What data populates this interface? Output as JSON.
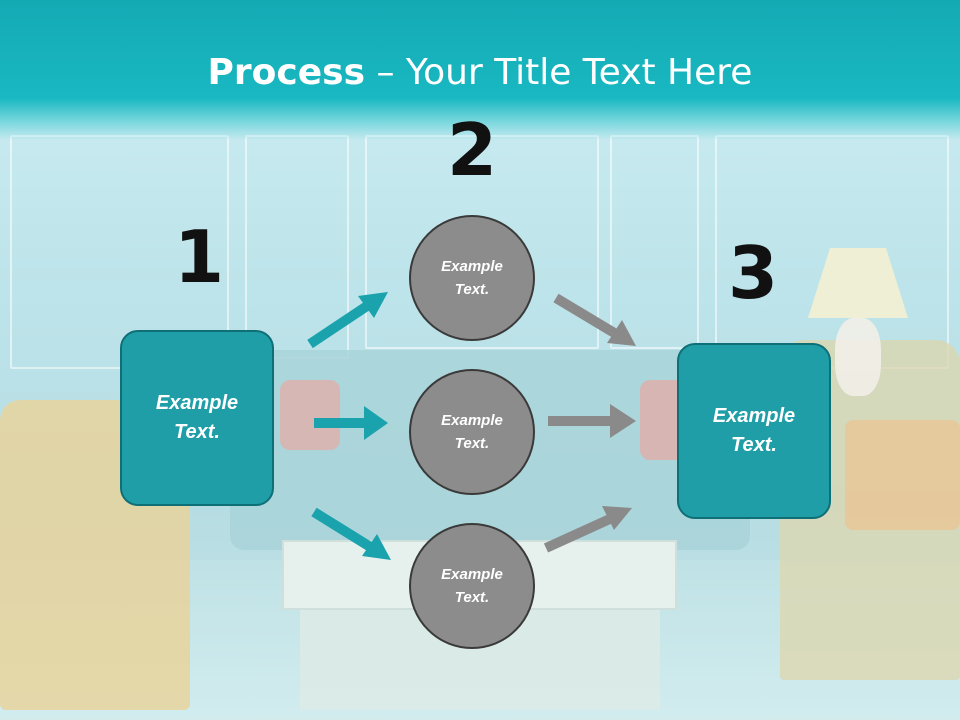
{
  "title": {
    "bold": "Process",
    "rest": " – Your Title Text Here"
  },
  "steps": [
    {
      "number": "1"
    },
    {
      "number": "2"
    },
    {
      "number": "3"
    }
  ],
  "left_box": {
    "text": "Example Text."
  },
  "right_box": {
    "text": "Example Text."
  },
  "circles": [
    {
      "text": "Example Text."
    },
    {
      "text": "Example Text."
    },
    {
      "text": "Example Text."
    }
  ],
  "colors": {
    "header": "#19b8c2",
    "box_fill": "#1f9ea7",
    "box_border": "#0f6f76",
    "circle_fill": "#8c8c8c",
    "circle_border": "#3a3a3a",
    "teal_arrow": "#1aa3ad",
    "gray_arrow": "#8a8a8a"
  },
  "icons": [
    "arrow-right-icon",
    "arrow-up-right-icon",
    "arrow-down-right-icon"
  ]
}
